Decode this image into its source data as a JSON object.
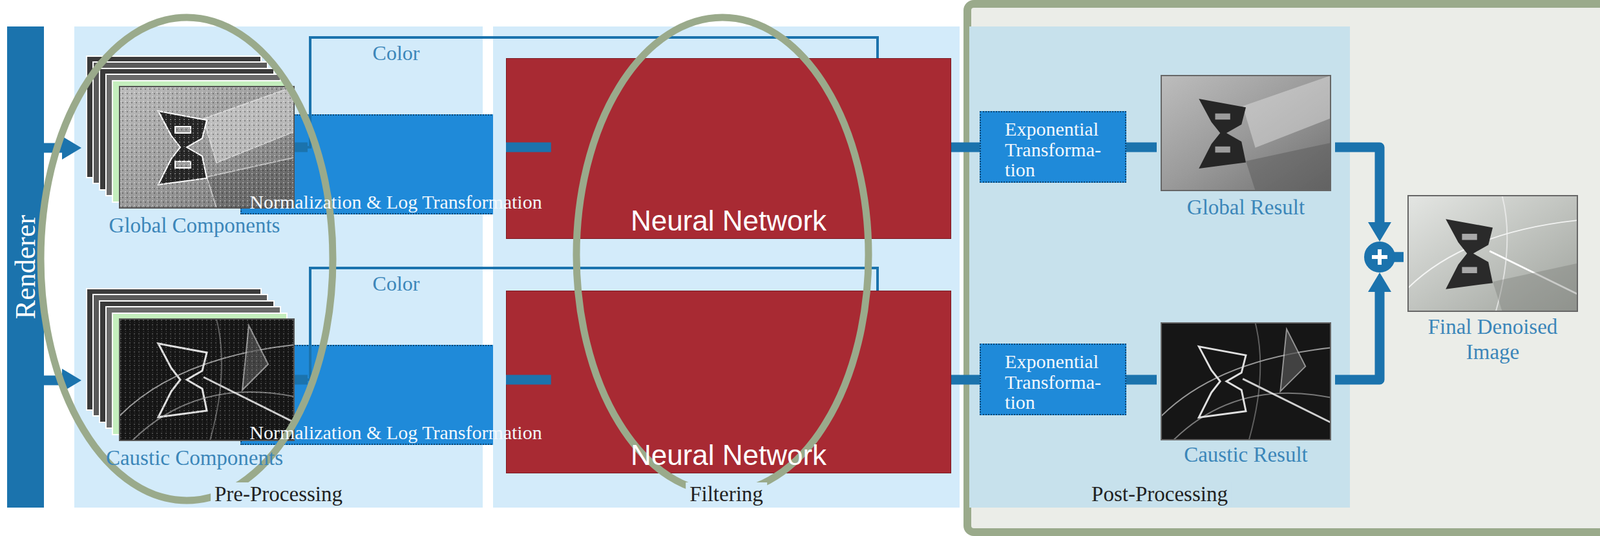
{
  "diagram": {
    "nodes": [
      {
        "text": [
          "Renderer"
        ]
      },
      {
        "text": [
          "Pre-Processing"
        ]
      },
      {
        "text": [
          "Global Components"
        ],
        "in": 1
      },
      {
        "text": [
          "Caustic Components"
        ],
        "in": 1
      },
      {
        "text": [
          "Normalization & Log Transformation"
        ],
        "in": 1
      },
      {
        "text": [
          "Normalization & Log Transformation"
        ],
        "in": 1
      },
      {
        "text": [
          "Filtering"
        ]
      },
      {
        "text": [
          "Neural Network"
        ],
        "in": 6
      },
      {
        "text": [
          "Neural Network"
        ],
        "in": 6
      },
      {
        "text": [
          "Post-Processing"
        ]
      },
      {
        "text": [
          "Exponential Transforma- tion"
        ],
        "in": 9
      },
      {
        "text": [
          "Exponential Transforma- tion"
        ],
        "in": 9
      },
      {
        "text": [
          "Global Result"
        ],
        "in": 9
      },
      {
        "text": [
          "Caustic Result"
        ],
        "in": 9
      },
      {
        "text": [
          "Final Denoised Image"
        ]
      }
    ],
    "edges": [
      {
        "from": 0,
        "to": 2,
        "arrow": "to"
      },
      {
        "from": 0,
        "to": 3,
        "arrow": "to"
      },
      {
        "from": 2,
        "to": 4,
        "arrow": "none"
      },
      {
        "from": 3,
        "to": 5,
        "arrow": "none"
      },
      {
        "from": 2,
        "to": 7,
        "label": "Color",
        "arrow": "none"
      },
      {
        "from": 3,
        "to": 8,
        "label": "Color",
        "arrow": "none"
      },
      {
        "from": 4,
        "to": 7,
        "arrow": "none"
      },
      {
        "from": 5,
        "to": 8,
        "arrow": "none"
      },
      {
        "from": 7,
        "to": 10,
        "arrow": "none"
      },
      {
        "from": 8,
        "to": 11,
        "arrow": "none"
      },
      {
        "from": 10,
        "to": 12,
        "arrow": "none"
      },
      {
        "from": 11,
        "to": 13,
        "arrow": "none"
      },
      {
        "from": 12,
        "to": 14,
        "arrow": "to"
      },
      {
        "from": 13,
        "to": 14,
        "arrow": "to"
      }
    ]
  }
}
